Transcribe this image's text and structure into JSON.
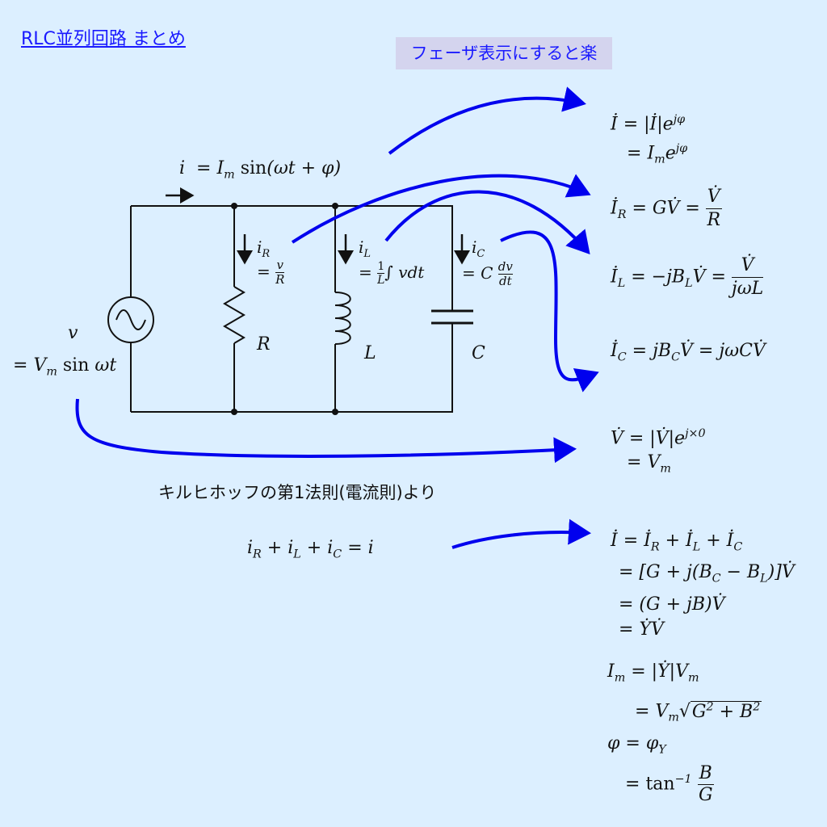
{
  "title": "RLC並列回路 まとめ",
  "phasor_badge": "フェーザ表示にすると楽",
  "kirchhoff_caption": "キルヒホッフの第1法則(電流則)より",
  "circuit": {
    "source_current": "i  = I_m sin(ωt + φ)",
    "source_voltage_top": "v",
    "source_voltage_bottom": "= V_m sin ωt",
    "branch_R_current": "i_R",
    "branch_R_formula": "= v/R",
    "branch_L_current": "i_L",
    "branch_L_formula": "= (1/L)∫ vdt",
    "branch_C_current": "i_C",
    "branch_C_formula": "= C dv/dt",
    "label_R": "R",
    "label_L": "L",
    "label_C": "C"
  },
  "kcl_equation": "i_R + i_L + i_C = i",
  "colors": {
    "background": "#dcefff",
    "accent_blue": "#1a1aff",
    "arrow_blue": "#0000ee",
    "badge_bg": "#d4d4ee"
  }
}
